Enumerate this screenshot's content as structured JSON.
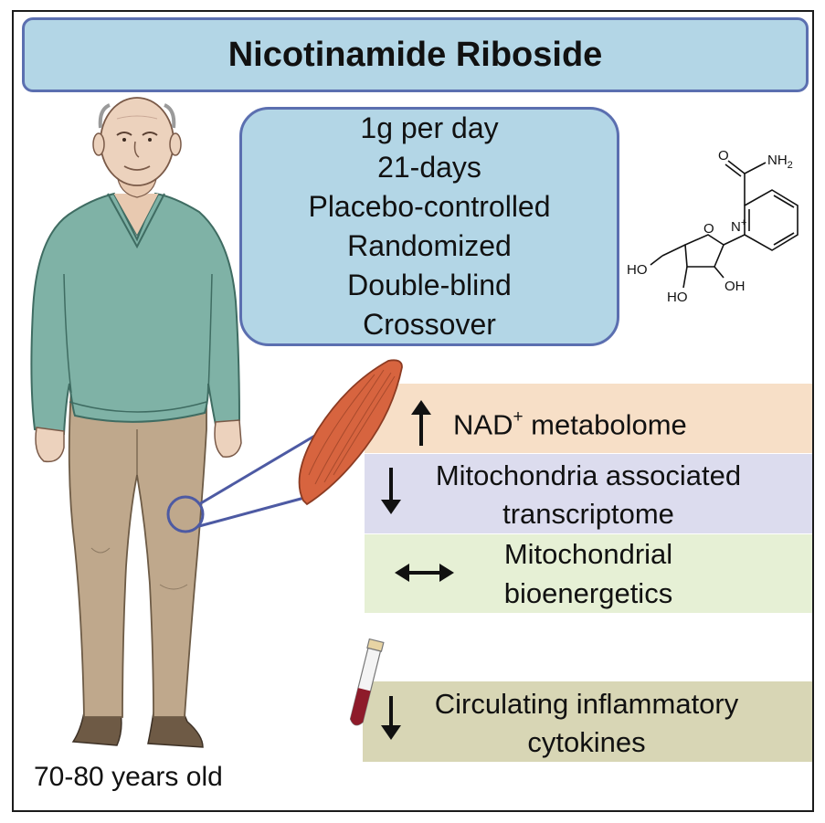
{
  "title": "Nicotinamide Riboside",
  "protocol": [
    "1g per day",
    "21-days",
    "Placebo-controlled",
    "Randomized",
    "Double-blind",
    "Crossover"
  ],
  "age_label": "70-80 years old",
  "molecule": {
    "nh2_label": "NH2",
    "o_label": "O",
    "n_plus_label": "N+",
    "ring_o_label": "O",
    "ho_left_label": "HO",
    "ho_bottom_label": "HO",
    "oh_right_label": "OH"
  },
  "effects": {
    "nad": {
      "arrow": "up",
      "text": "NAD",
      "superscript": "+",
      "text_rest": " metabolome",
      "color": "#f7dfc7"
    },
    "mito": {
      "arrow": "down",
      "line1": "Mitochondria associated",
      "line2": "transcriptome",
      "color": "#dcdcee"
    },
    "bioenergetics": {
      "arrow": "both",
      "line1": "Mitochondrial",
      "line2": "bioenergetics",
      "color": "#e6f0d5"
    },
    "cytokines": {
      "arrow": "down",
      "line1": "Circulating inflammatory",
      "line2": "cytokines",
      "color": "#d8d6b5"
    }
  },
  "colors": {
    "box_fill": "#b3d6e6",
    "box_border": "#5b6fb0",
    "sweater": "#7fb2a6",
    "pants": "#bfa88c",
    "muscle": "#d7643f",
    "blood": "#8e1b2a"
  }
}
